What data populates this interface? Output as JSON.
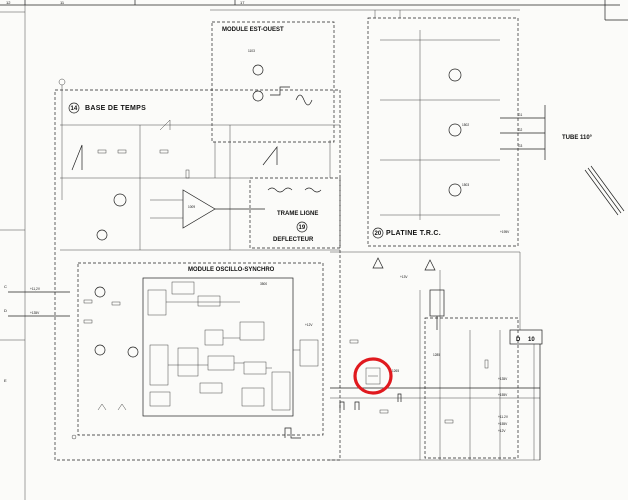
{
  "sheet": {
    "grid_top": [
      "12",
      "11",
      "17"
    ],
    "grid_left": [
      "C",
      "D",
      "E"
    ]
  },
  "modules": {
    "base_temps": {
      "number": "14",
      "title": "BASE DE TEMPS"
    },
    "est_ouest": {
      "title": "MODULE EST-OUEST"
    },
    "oscillo": {
      "title": "MODULE OSCILLO-SYNCHRO"
    },
    "platine": {
      "number": "20",
      "title": "PLATINE T.R.C."
    },
    "deflecteur": {
      "line1": "TRAME LIGNE",
      "number": "19",
      "line2": "DEFLECTEUR"
    },
    "tube": {
      "title": "TUBE 110°"
    }
  },
  "components": {
    "ic_1009": "1009",
    "ic_3500": "3500",
    "t1103": "1103",
    "t1502": "1502",
    "t1503": "1503",
    "t1285": "1285",
    "c1265": "1265"
  },
  "pins": [
    "G1",
    "G2",
    "G3"
  ],
  "voltages": {
    "v12": "+12V",
    "v135": "+135V",
    "v155": "+155V",
    "v155b": "+155V",
    "v12b": "+12V",
    "v11": "+11.2V",
    "v13": "+13V",
    "v195": "+195V"
  },
  "connectors": {
    "c1": "D",
    "c2": "10"
  },
  "inputs": [
    "+11,2V",
    "+135V"
  ],
  "highlight": {
    "color": "#e0191e"
  }
}
